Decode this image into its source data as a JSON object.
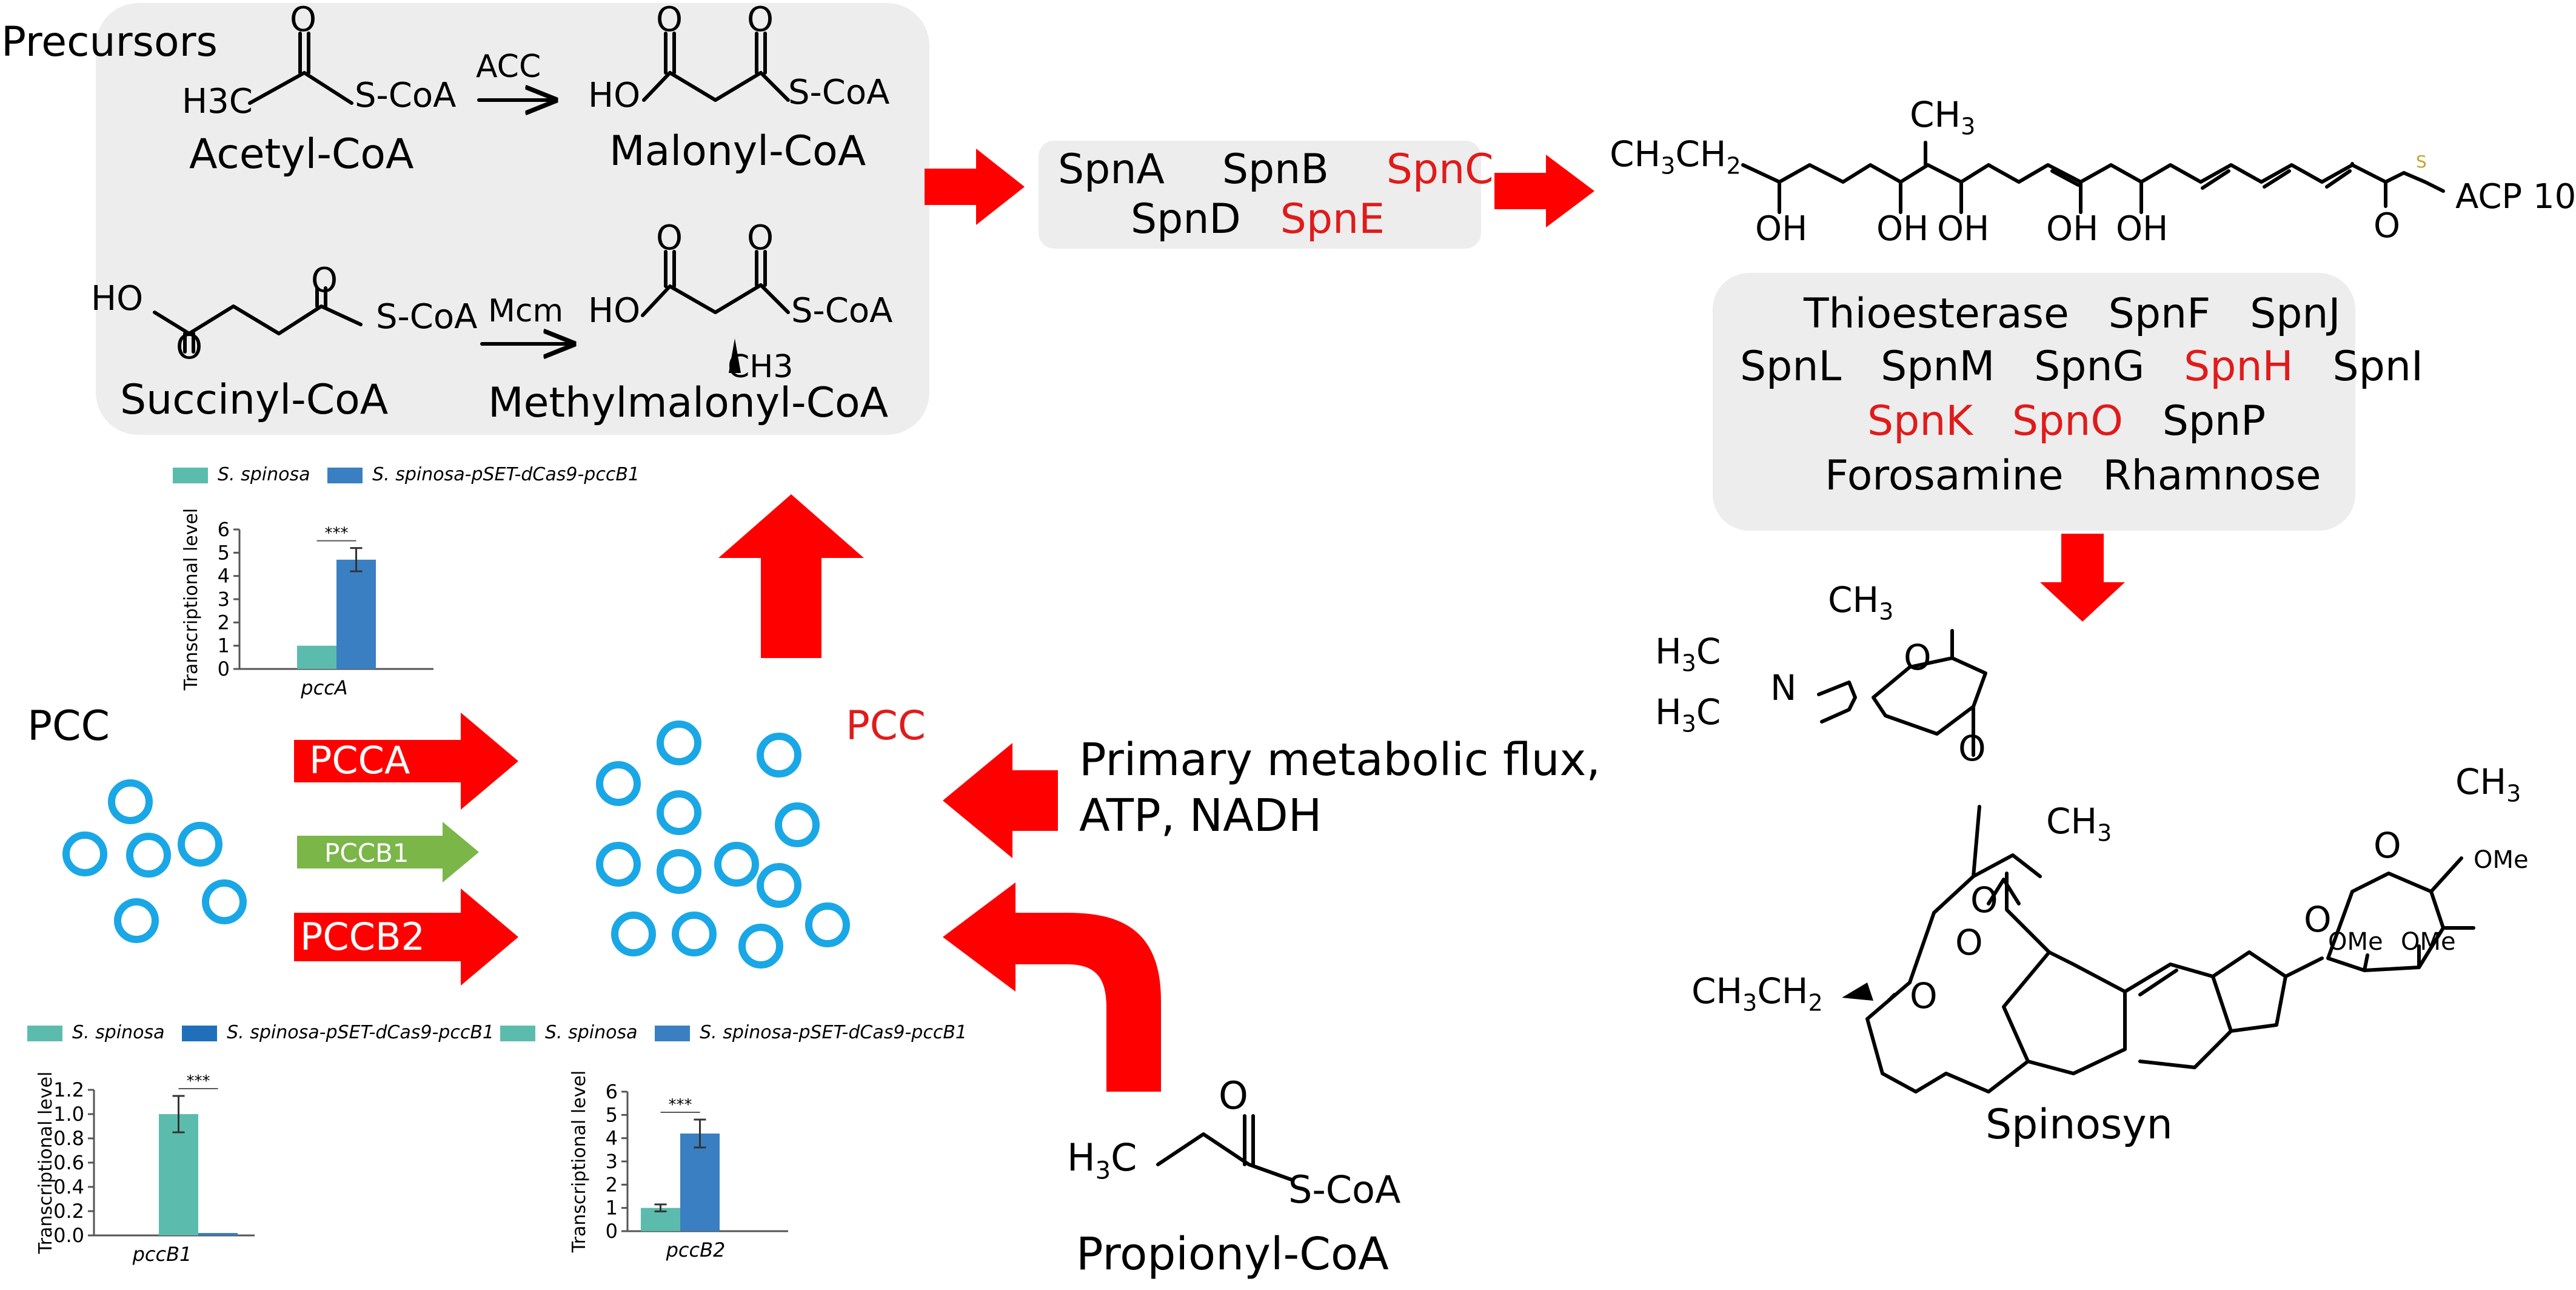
{
  "precursors": {
    "title": "Precursors",
    "acetyl_name": "Acetyl-CoA",
    "malonyl_name": "Malonyl-CoA",
    "succinyl_name": "Succinyl-CoA",
    "methylmalonyl_name": "Methylmalonyl-CoA",
    "acc_enzyme": "ACC",
    "mcm_enzyme": "Mcm"
  },
  "pks_genes": {
    "row1": [
      {
        "name": "SpnA",
        "highlight": false
      },
      {
        "name": "SpnB",
        "highlight": false
      },
      {
        "name": "SpnC",
        "highlight": true
      }
    ],
    "row2": [
      {
        "name": "SpnD",
        "highlight": false
      },
      {
        "name": "SpnE",
        "highlight": true
      }
    ]
  },
  "polyketide": {
    "ethyl_prefix": "CH3CH2",
    "carrier": "ACP 10",
    "hydroxyl": "OH",
    "methyl": "CH3",
    "oxygen": "O",
    "sulfur": "S"
  },
  "tailoring": {
    "row1": [
      {
        "name": "Thioesterase",
        "highlight": false
      },
      {
        "name": "SpnF",
        "highlight": false
      },
      {
        "name": "SpnJ",
        "highlight": false
      }
    ],
    "row2": [
      {
        "name": "SpnL",
        "highlight": false
      },
      {
        "name": "SpnM",
        "highlight": false
      },
      {
        "name": "SpnG",
        "highlight": false
      },
      {
        "name": "SpnH",
        "highlight": true
      },
      {
        "name": "SpnI",
        "highlight": false
      }
    ],
    "row3": [
      {
        "name": "SpnK",
        "highlight": true
      },
      {
        "name": "SpnO",
        "highlight": true
      },
      {
        "name": "SpnP",
        "highlight": false
      }
    ],
    "row4": [
      {
        "name": "Forosamine",
        "highlight": false
      },
      {
        "name": "Rhamnose",
        "highlight": false
      }
    ]
  },
  "spinosyn": {
    "name": "Spinosyn",
    "ome": "OMe",
    "methyl": "CH3",
    "ethyl": "CH3CH2",
    "dimethylamine_methyl": "H3C",
    "nitrogen": "N",
    "oxygen": "O"
  },
  "pcc": {
    "left_label": "PCC",
    "right_label": "PCC",
    "subunits": [
      {
        "name": "PCCA",
        "color": "#ff0000"
      },
      {
        "name": "PCCB1",
        "color": "#7ab648"
      },
      {
        "name": "PCCB2",
        "color": "#ff0000"
      }
    ],
    "circle_color": "#1aa7e6"
  },
  "flux": {
    "line1": "Primary metabolic flux,",
    "line2": "ATP, NADH"
  },
  "propionyl": {
    "name": "Propionyl-CoA",
    "left_group": "H3C",
    "coa": "S-CoA",
    "oxygen": "O"
  },
  "chemistry": {
    "coa": "S-CoA",
    "hydroxyl_left": "HO",
    "methyl_left": "H3C",
    "methyl": "CH3",
    "oxygen": "O"
  },
  "colors": {
    "arrow_red": "#ff0000",
    "arrow_green": "#7ab648",
    "label_red": "#e01b1b",
    "panel_gray": "#ededed",
    "wt_color": "#5bbcad",
    "mut_color": "#3a7fc2",
    "mut_color_dark": "#1f6fba"
  },
  "chart_data": [
    {
      "type": "bar",
      "legend": [
        "S. spinosa",
        "S. spinosa-pSET-dCas9-pccB1"
      ],
      "categories": [
        "pccA"
      ],
      "xlabel": "pccA",
      "ylabel": "Transcriptional level",
      "ylim": [
        0,
        6
      ],
      "yticks": [
        "0",
        "1",
        "2",
        "3",
        "4",
        "5",
        "6"
      ],
      "series": [
        {
          "name": "S. spinosa",
          "values": [
            1.0
          ]
        },
        {
          "name": "S. spinosa-pSET-dCas9-pccB1",
          "values": [
            4.7
          ]
        }
      ],
      "errors": [
        0,
        0.5
      ],
      "significance": "***",
      "grid": false
    },
    {
      "type": "bar",
      "legend": [
        "S. spinosa",
        "S. spinosa-pSET-dCas9-pccB1"
      ],
      "categories": [
        "pccB1"
      ],
      "xlabel": "pccB1",
      "ylabel": "Transcriptional level",
      "ylim": [
        0,
        1.2
      ],
      "yticks": [
        "0.0",
        "0.2",
        "0.4",
        "0.6",
        "0.8",
        "1.0",
        "1.2"
      ],
      "series": [
        {
          "name": "S. spinosa",
          "values": [
            1.0
          ]
        },
        {
          "name": "S. spinosa-pSET-dCas9-pccB1",
          "values": [
            0.02
          ]
        }
      ],
      "errors": [
        0.15,
        0
      ],
      "significance": "***",
      "grid": false
    },
    {
      "type": "bar",
      "legend": [
        "S. spinosa",
        "S. spinosa-pSET-dCas9-pccB1"
      ],
      "categories": [
        "pccB2"
      ],
      "xlabel": "pccB2",
      "ylabel": "Transcriptional level",
      "ylim": [
        0,
        6
      ],
      "yticks": [
        "0",
        "1",
        "2",
        "3",
        "4",
        "5",
        "6"
      ],
      "series": [
        {
          "name": "S. spinosa",
          "values": [
            1.0
          ]
        },
        {
          "name": "S. spinosa-pSET-dCas9-pccB1",
          "values": [
            4.2
          ]
        }
      ],
      "errors": [
        0.15,
        0.6
      ],
      "significance": "***",
      "grid": false
    }
  ]
}
